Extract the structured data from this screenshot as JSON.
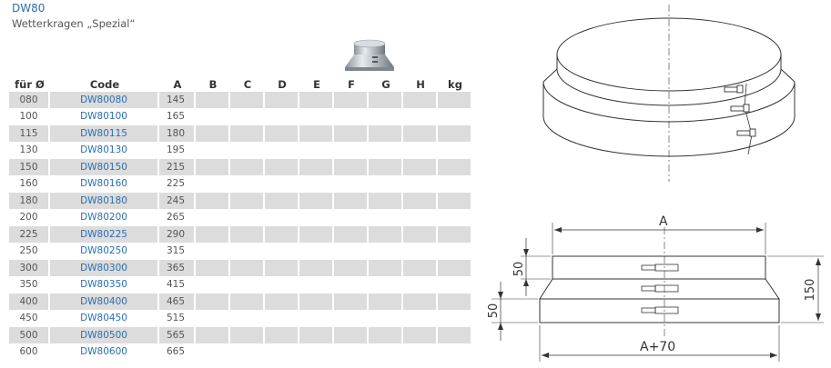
{
  "header": {
    "code": "DW80",
    "subtitle": "Wetterkragen „Spezial“"
  },
  "table": {
    "columns": [
      "für Ø",
      "Code",
      "A",
      "B",
      "C",
      "D",
      "E",
      "F",
      "G",
      "H",
      "kg"
    ],
    "rows": [
      {
        "dia": "080",
        "code": "DW80080",
        "a": "145"
      },
      {
        "dia": "100",
        "code": "DW80100",
        "a": "165"
      },
      {
        "dia": "115",
        "code": "DW80115",
        "a": "180"
      },
      {
        "dia": "130",
        "code": "DW80130",
        "a": "195"
      },
      {
        "dia": "150",
        "code": "DW80150",
        "a": "215"
      },
      {
        "dia": "160",
        "code": "DW80160",
        "a": "225"
      },
      {
        "dia": "180",
        "code": "DW80180",
        "a": "245"
      },
      {
        "dia": "200",
        "code": "DW80200",
        "a": "265"
      },
      {
        "dia": "225",
        "code": "DW80225",
        "a": "290"
      },
      {
        "dia": "250",
        "code": "DW80250",
        "a": "315"
      },
      {
        "dia": "300",
        "code": "DW80300",
        "a": "365"
      },
      {
        "dia": "350",
        "code": "DW80350",
        "a": "415"
      },
      {
        "dia": "400",
        "code": "DW80400",
        "a": "465"
      },
      {
        "dia": "450",
        "code": "DW80450",
        "a": "515"
      },
      {
        "dia": "500",
        "code": "DW80500",
        "a": "565"
      },
      {
        "dia": "600",
        "code": "DW80600",
        "a": "665"
      }
    ]
  },
  "drawing": {
    "dim_a": "A",
    "dim_a70": "A+70",
    "dim_50_top": "50",
    "dim_50_left": "50",
    "dim_150": "150"
  }
}
